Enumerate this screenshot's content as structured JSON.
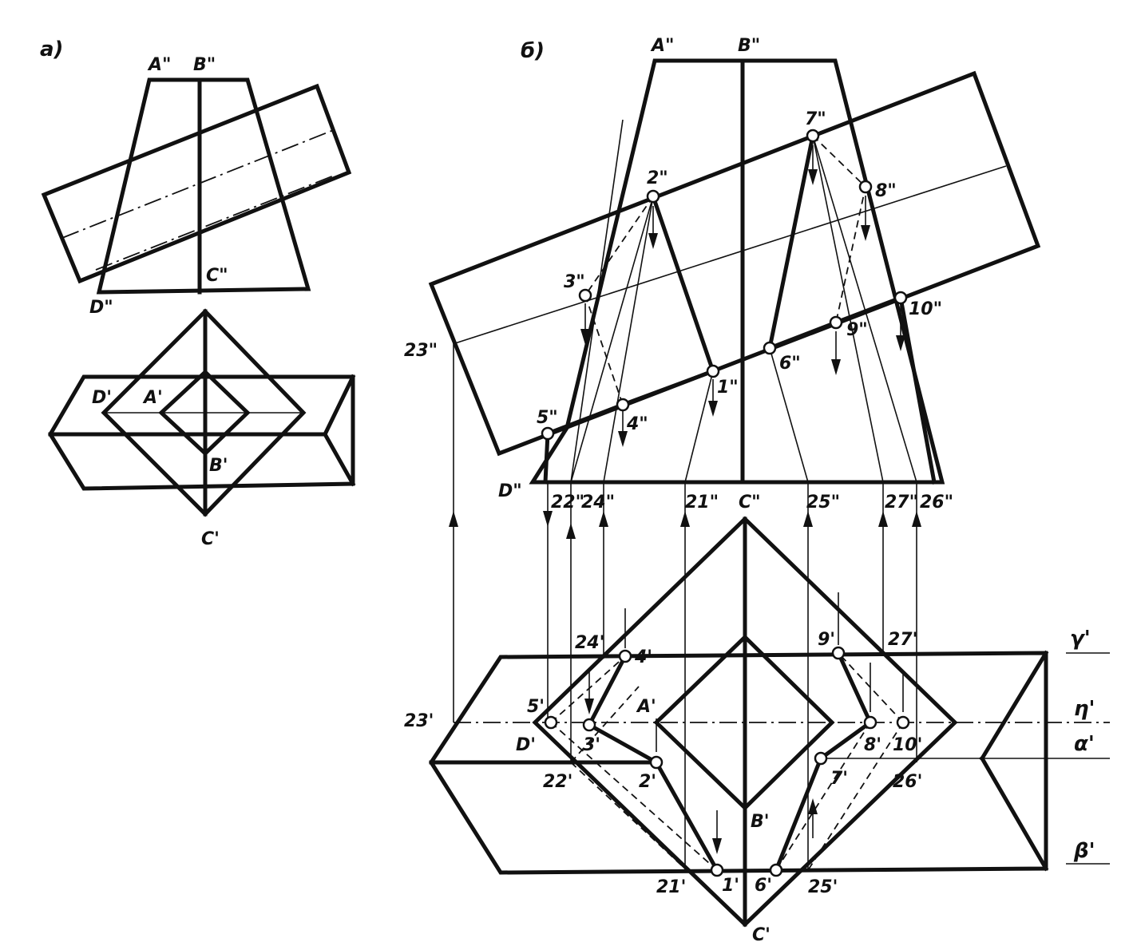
{
  "panels": {
    "a": {
      "title": "а)",
      "labels": {
        "A2": "A\"",
        "B2": "B\"",
        "C2": "C\"",
        "D2": "D\"",
        "D1": "D'",
        "A1": "A'",
        "B1": "B'",
        "C1": "C'"
      }
    },
    "b": {
      "title": "б)",
      "labels": {
        "A2": "A\"",
        "B2": "B\"",
        "C2": "C\"",
        "D2": "D\"",
        "p1": "1\"",
        "p2": "2\"",
        "p3": "3\"",
        "p4": "4\"",
        "p5": "5\"",
        "p6": "6\"",
        "p7": "7\"",
        "p8": "8\"",
        "p9": "9\"",
        "p10": "10\"",
        "p21": "21\"",
        "p22": "22\"",
        "p23": "23\"",
        "p24": "24\"",
        "p25": "25\"",
        "p26": "26\"",
        "p27": "27\"",
        "q1": "1'",
        "q2": "2'",
        "q3": "3'",
        "q4": "4'",
        "q5": "5'",
        "q6": "6'",
        "q7": "7'",
        "q8": "8'",
        "q9": "9'",
        "q10": "10'",
        "q21": "21'",
        "q22": "22'",
        "q23": "23'",
        "q24": "24'",
        "q25": "25'",
        "q26": "26'",
        "q27": "27'",
        "A1": "A'",
        "B1": "B'",
        "C1": "C'",
        "D1": "D'"
      },
      "planes": {
        "gamma": "γ'",
        "eta": "η'",
        "alpha": "α'",
        "beta": "β'"
      }
    }
  }
}
